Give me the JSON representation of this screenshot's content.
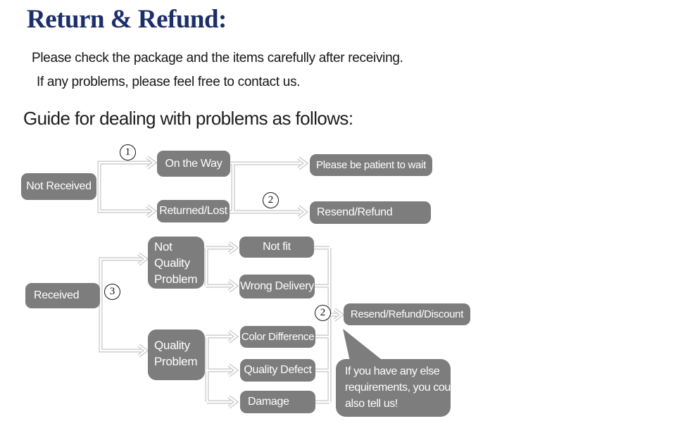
{
  "header": {
    "title": "Return & Refund:",
    "intro_lines": [
      "Please check the package and the items carefully after receiving.",
      "If any problems, please feel free to contact us."
    ],
    "guide_heading": "Guide for dealing with problems as follows:"
  },
  "flowchart": {
    "badges": {
      "step1": "1",
      "step2_transit": "2",
      "step3": "3",
      "step2_received": "2"
    },
    "boxes": {
      "not_received": "Not Received",
      "on_the_way": "On the Way",
      "returned_lost": "Returned/Lost",
      "please_wait": "Please be patient to wait",
      "resend_refund": "Resend/Refund",
      "received": "Received",
      "not_quality_problem": {
        "lines": [
          "Not",
          "Quality",
          "Problem"
        ]
      },
      "not_fit": "Not fit",
      "wrong_delivery": "Wrong Delivery",
      "quality_problem": {
        "lines": [
          "Quality",
          "Problem"
        ]
      },
      "color_difference": "Color Difference",
      "quality_defect": "Quality Defect",
      "damage": "Damage",
      "resend_refund_discount": "Resend/Refund/Discount"
    },
    "bubble": {
      "lines": [
        "If you have any else",
        "requirements, you could",
        "also tell us!"
      ]
    }
  },
  "colors": {
    "box_gray": "#7d7d7d",
    "connector_gray": "#c6c6c6",
    "title_navy": "#1c2e6b",
    "text_dark": "#161616"
  }
}
